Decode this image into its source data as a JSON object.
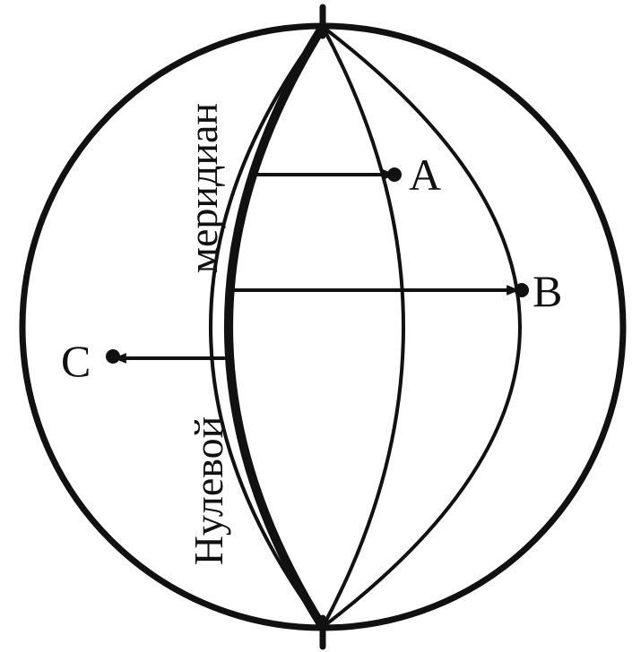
{
  "diagram": {
    "prime_meridian_label_line1": "меридиан",
    "prime_meridian_label_line2": "Нулевой",
    "point_a_label": "A",
    "point_b_label": "B",
    "point_c_label": "C",
    "line_color": "#111111",
    "background_color": "#ffffff"
  }
}
